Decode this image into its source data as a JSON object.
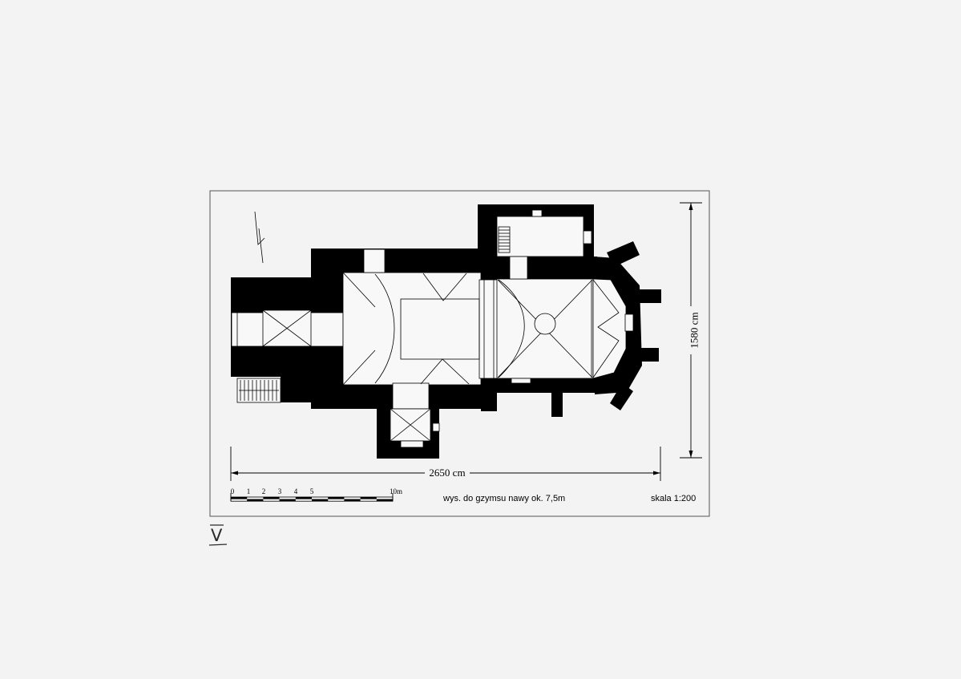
{
  "sheet": {
    "mark": "V"
  },
  "plan": {
    "length_dimension": "2650 cm",
    "width_dimension": "1580 cm",
    "scale_bar_labels": [
      "0",
      "1",
      "2",
      "3",
      "4",
      "5",
      "10m"
    ],
    "cornice_height_note": "wys. do gzymsu nawy ok. 7,5m",
    "scale_note": "skala 1:200"
  },
  "colors": {
    "ink": "#000000",
    "paper": "#f3f3f3",
    "frame": "#555555"
  }
}
